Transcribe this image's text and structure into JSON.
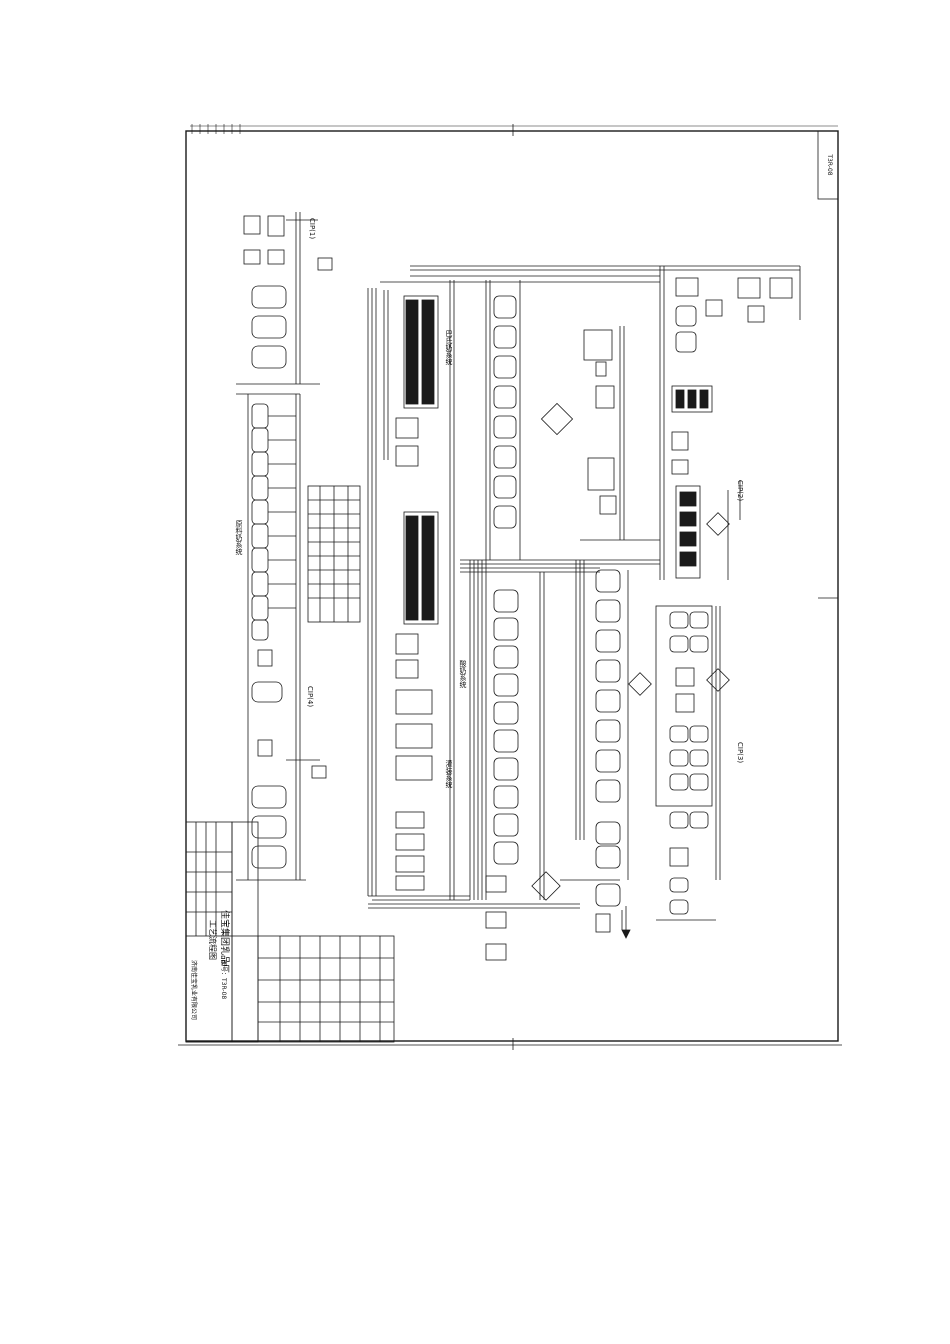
{
  "sheet": {
    "drawing_no": "T3R-08",
    "company": "济南佳宝乳业有限公司"
  },
  "title_block": {
    "plant_name": "佳宝集团乳品厂",
    "drawing_title": "工艺流程图",
    "drawing_no_label": "图号：T3R-08"
  },
  "labels": {
    "cip_a": "CIP(1)",
    "cip_b": "CIP(2)",
    "cip_c": "CIP(3)",
    "cip_d": "CIP(4)",
    "section_raw_milk": "原料奶系统",
    "section_yogurt": "酸奶系统",
    "section_pasteur": "巴氏奶系统",
    "section_fill": "灌装系统"
  },
  "colors": {
    "line": "#1a1a1a",
    "background": "#ffffff"
  }
}
